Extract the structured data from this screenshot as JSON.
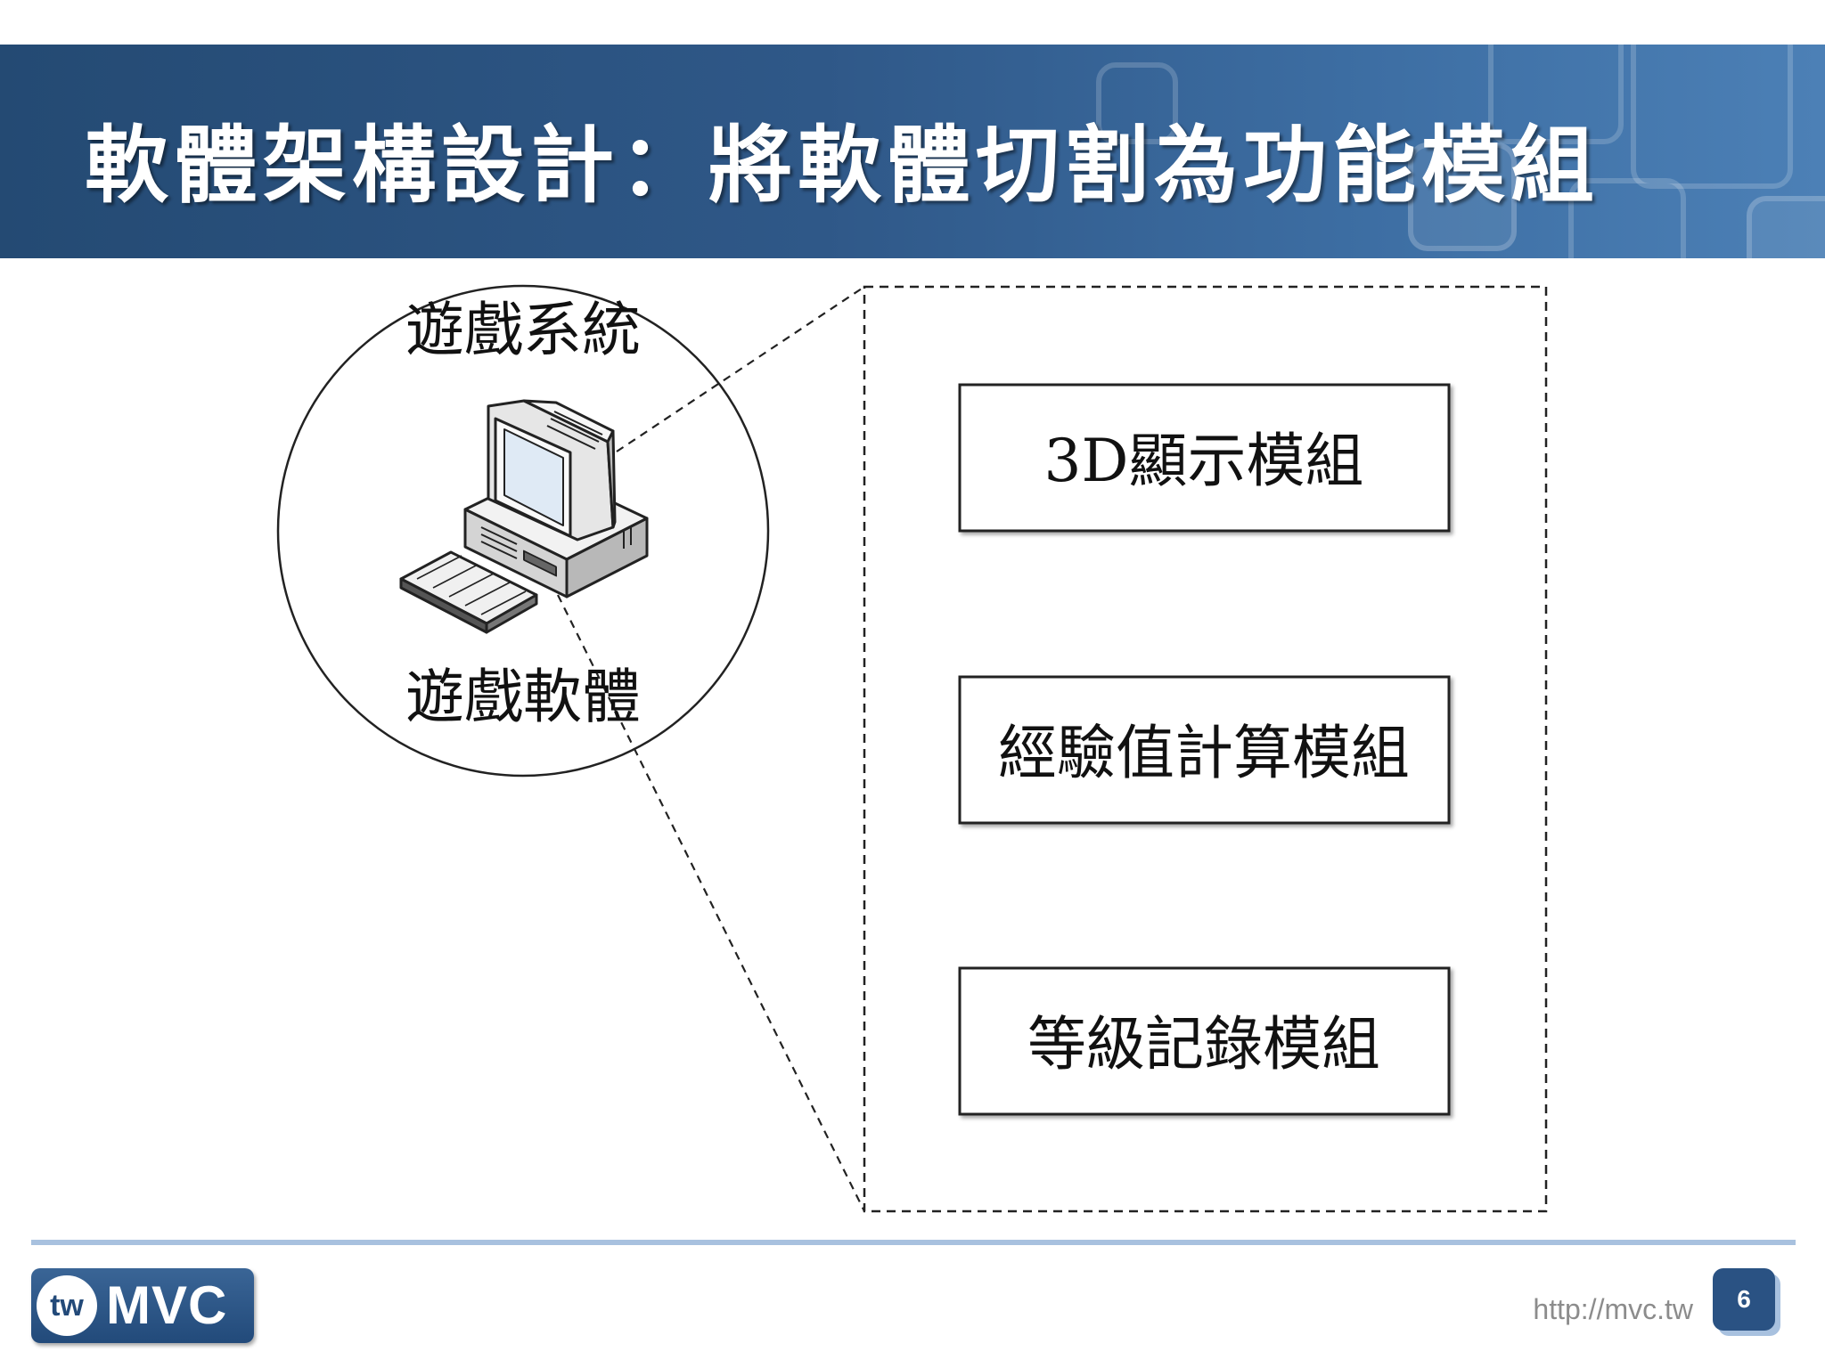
{
  "slide": {
    "title": "軟體架構設計：將軟體切割為功能模組",
    "page_number": "6",
    "url": "http://mvc.tw"
  },
  "diagram": {
    "system_label": "遊戲系統",
    "software_label": "遊戲軟體",
    "modules": [
      "3D顯示模組",
      "經驗值計算模組",
      "等級記錄模組"
    ]
  },
  "logo": {
    "badge": "tw",
    "text": "MVC"
  },
  "colors": {
    "banner": "#2f5888",
    "footer_line": "#a8c1df",
    "badge": "#2a5283"
  },
  "icons": {
    "computer": "desktop-computer-icon"
  }
}
